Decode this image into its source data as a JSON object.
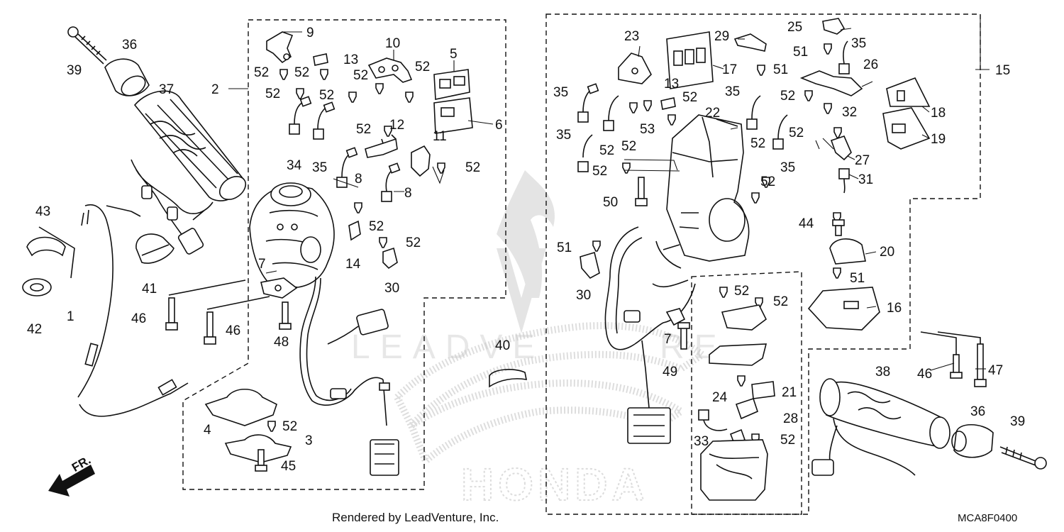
{
  "footer": {
    "credit": "Rendered by LeadVenture, Inc.",
    "diagram_code": "MCA8F0400"
  },
  "watermark": {
    "text_lead": "LEADVE",
    "text_tail": "RE",
    "brand": "HONDA"
  },
  "direction_marker": "FR.",
  "callouts": [
    "9",
    "10",
    "5",
    "52",
    "52",
    "13",
    "52",
    "52",
    "52",
    "52",
    "6",
    "34",
    "35",
    "52",
    "12",
    "11",
    "52",
    "8",
    "8",
    "52",
    "52",
    "14",
    "30",
    "7",
    "46",
    "46",
    "48",
    "2",
    "36",
    "37",
    "39",
    "43",
    "41",
    "1",
    "42",
    "40",
    "4",
    "52",
    "3",
    "45",
    "23",
    "29",
    "17",
    "25",
    "51",
    "35",
    "26",
    "15",
    "13",
    "51",
    "35",
    "35",
    "22",
    "52",
    "52",
    "32",
    "35",
    "52",
    "53",
    "52",
    "18",
    "19",
    "27",
    "52",
    "52",
    "35",
    "31",
    "50",
    "52",
    "52",
    "44",
    "51",
    "20",
    "30",
    "51",
    "52",
    "52",
    "16",
    "7",
    "49",
    "47",
    "46",
    "38",
    "36",
    "39",
    "24",
    "21",
    "28",
    "33",
    "52"
  ]
}
